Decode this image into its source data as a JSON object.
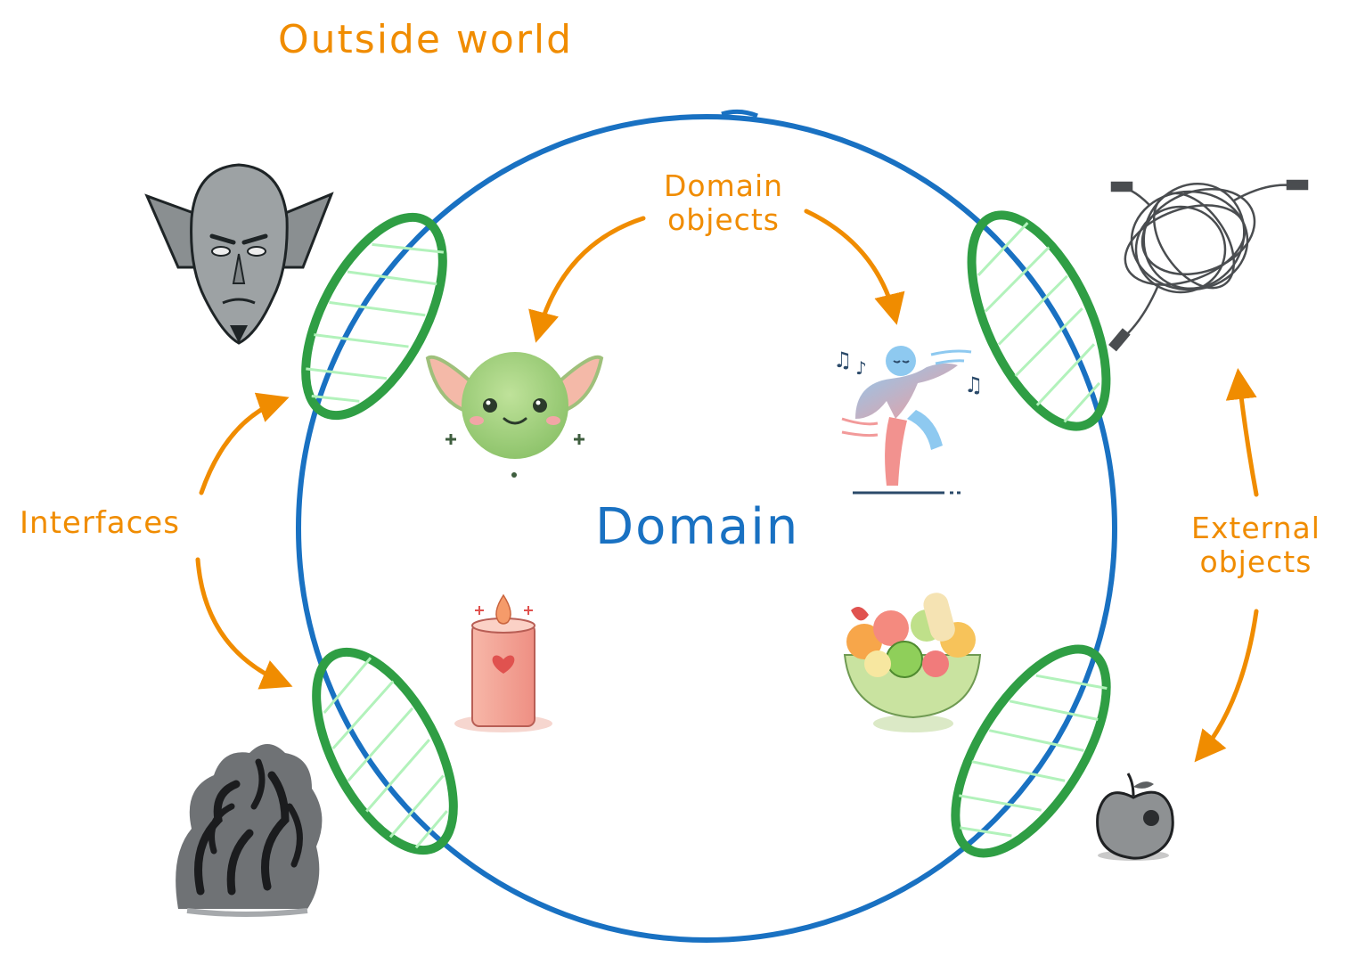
{
  "labels": {
    "outside_world": "Outside world",
    "domain_objects_line1": "Domain",
    "domain_objects_line2": "objects",
    "domain": "Domain",
    "interfaces": "Interfaces",
    "external_line1": "External",
    "external_line2": "objects"
  },
  "colors": {
    "boundary_circle": "#1971C2",
    "interface": "#2F9E44",
    "interface_hatch": "#B2F2BB",
    "annotation": "#F08C00",
    "domain_text": "#1971C2"
  },
  "icons": {
    "domain_objects": [
      "green-creature-icon",
      "dancing-figure-icon",
      "candle-icon",
      "fruit-bowl-icon"
    ],
    "external_objects": [
      "goblin-head-icon",
      "tangled-cables-icon",
      "black-smoke-icon",
      "rotten-apple-icon"
    ]
  }
}
